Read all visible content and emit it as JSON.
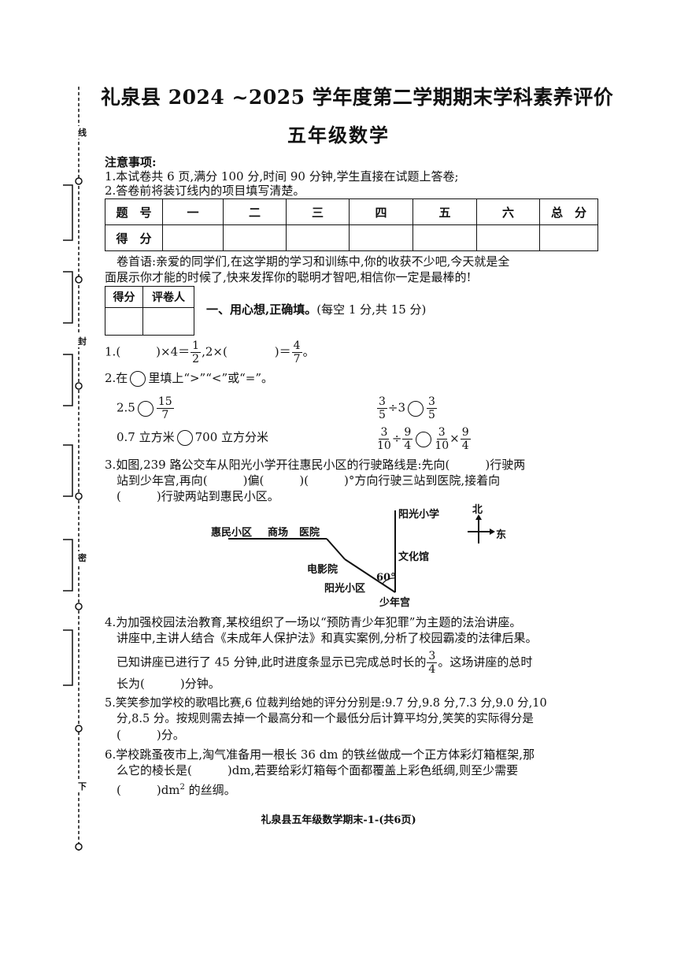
{
  "header": {
    "title": "礼泉县 2024 ~2025 学年度第二学期期末学科素养评价",
    "subtitle": "五年级数学"
  },
  "notes": {
    "heading": "注意事项:",
    "items": [
      "1.本试卷共 6 页,满分 100 分,时间 90 分钟,学生直接在试题上答卷;",
      "2.答卷前将装订线内的项目填写清楚。"
    ]
  },
  "score_table": {
    "row_label_1": "题　号",
    "columns": [
      "一",
      "二",
      "三",
      "四",
      "五",
      "六",
      "总　分"
    ],
    "row_label_2": "得　分"
  },
  "preface": {
    "line1": "卷首语:亲爱的同学们,在这学期的学习和训练中,你的收获不少吧,今天就是全",
    "line2": "面展示你才能的时候了,快来发挥你的聪明才智吧,相信你一定是最棒的!"
  },
  "grader_box": {
    "score_label": "得分",
    "grader_label": "评卷人"
  },
  "section1": {
    "heading": "一、用心想,正确填。",
    "points": "(每空 1 分,共 15 分)"
  },
  "q1": {
    "num": "1.",
    "t1": "(　　　)×4＝",
    "f1n": "1",
    "f1d": "2",
    "t2": ",2×(　　　　)＝",
    "f2n": "4",
    "f2d": "7",
    "t3": "。"
  },
  "q2": {
    "prefix": "2.在",
    "suffix": "里填上“>”“<”或“=”。",
    "a_left": "2.5",
    "a_fn": "15",
    "a_fd": "7",
    "b_fn": "3",
    "b_fd": "5",
    "b_mid": "÷3",
    "b_rn": "3",
    "b_rd": "5",
    "c_left": "0.7 立方米",
    "c_right": "700 立方分米",
    "d_f1n": "3",
    "d_f1d": "10",
    "d_op1": "÷",
    "d_f2n": "9",
    "d_f2d": "4",
    "d_f3n": "3",
    "d_f3d": "10",
    "d_op2": "×",
    "d_f4n": "9",
    "d_f4d": "4"
  },
  "q3": {
    "line1": "3.如图,239 路公交车从阳光小学开往惠民小区的行驶路线是:先向(　　　)行驶两",
    "line2": "站到少年宫,再向(　　　)偏(　　　)(　　　)°方向行驶三站到医院,接着向",
    "line3": "(　　　)行驶两站到惠民小区。"
  },
  "map": {
    "labels": {
      "huimin": "惠民小区",
      "shangchang": "商场",
      "yiyuan": "医院",
      "yangguang_school": "阳光小学",
      "wenhuaguan": "文化馆",
      "dianyingyuan": "电影院",
      "yangguang_district": "阳光小区",
      "shaoniangong": "少年宫",
      "angle": "60°",
      "north": "北",
      "east": "东"
    }
  },
  "q4": {
    "line1": "4.为加强校园法治教育,某校组织了一场以“预防青少年犯罪”为主题的法治讲座。",
    "line2": "讲座中,主讲人结合《未成年人保护法》和真实案例,分析了校园霸凌的法律后果。",
    "line3a": "已知讲座已进行了 45 分钟,此时进度条显示已完成总时长的",
    "fn": "3",
    "fd": "4",
    "line3b": "。这场讲座的总时",
    "line4": "长为(　　　)分钟。"
  },
  "q5": {
    "line1": "5.笑笑参加学校的歌唱比赛,6 位裁判给她的评分分别是:9.7 分,9.8 分,7.3 分,9.0 分,10",
    "line2": "分,8.5 分。按规则需去掉一个最高分和一个最低分后计算平均分,笑笑的实际得分是",
    "line3": "(　　　)分。"
  },
  "q6": {
    "line1": "6.学校跳蚤夜市上,淘气准备用一根长 36 dm 的铁丝做成一个正方体彩灯箱框架,那",
    "line2": "么它的棱长是(　　　)dm,若要给彩灯箱每个面都覆盖上彩色纸绸,则至少需要",
    "line3a": "(　　　)dm",
    "sup": "2",
    "line3b": " 的丝绸。"
  },
  "binding": {
    "chars": [
      "线",
      "封",
      "密",
      "下"
    ]
  },
  "footer": {
    "text": "礼泉县五年级数学期末-1-(共6页)"
  }
}
